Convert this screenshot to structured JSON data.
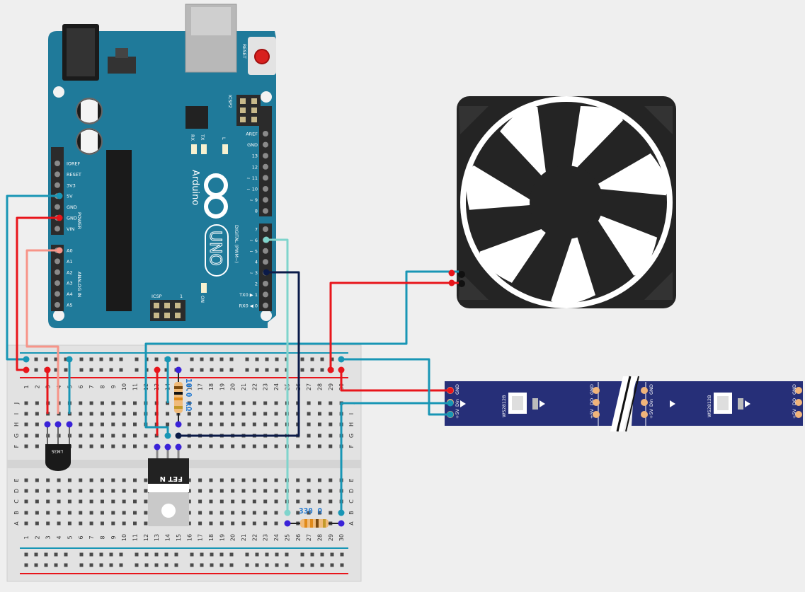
{
  "arduino": {
    "brand": "Arduino",
    "model": "UNO",
    "reset_label": "RESET",
    "icsp2_label": "ICSP2",
    "icsp_label": "ICSP",
    "icsp_pin1": "1",
    "rx_label": "RX",
    "tx_label": "TX",
    "l_label": "L",
    "on_label": "ON",
    "power_group_label": "POWER",
    "analog_group_label": "ANALOG IN",
    "digital_group_label": "DIGITAL (PWM~)",
    "power_pins": [
      "IOREF",
      "RESET",
      "3V3",
      "5V",
      "GND",
      "GND",
      "VIN"
    ],
    "analog_pins": [
      "A0",
      "A1",
      "A2",
      "A3",
      "A4",
      "A5"
    ],
    "digital_top_pins": [
      "AREF",
      "GND",
      "13",
      "12",
      "~ 11",
      "~ 10",
      "~ 9",
      "8"
    ],
    "digital_bottom_pins": [
      "7",
      "~ 6",
      "~ 5",
      "4",
      "~ 3",
      "2",
      "TX0 ▶ 1",
      "RX0 ◀ 0"
    ]
  },
  "breadboard": {
    "columns": [
      "1",
      "2",
      "3",
      "4",
      "5",
      "6",
      "7",
      "8",
      "9",
      "10",
      "11",
      "12",
      "13",
      "14",
      "15",
      "16",
      "17",
      "18",
      "19",
      "20",
      "21",
      "22",
      "23",
      "24",
      "25",
      "26",
      "27",
      "28",
      "29",
      "30"
    ],
    "rows_top": [
      "J",
      "I",
      "H",
      "G",
      "F"
    ],
    "rows_bottom": [
      "E",
      "D",
      "C",
      "B",
      "A"
    ]
  },
  "components": {
    "sensor_label": "LM35",
    "mosfet_label": "FET N",
    "resistor_pulldown_label": "10.0 kΩ",
    "resistor_data_label": "330 Ω"
  },
  "led_strip": {
    "chip_label": "WS2812B",
    "pads_in": [
      "GND",
      "Din",
      "+5V"
    ],
    "pads_out": [
      "GND",
      "DO",
      "+5V"
    ]
  },
  "colors": {
    "board": "#1f7a9a",
    "wire_red": "#e8151b",
    "wire_teal": "#1896b5",
    "wire_salmon": "#f79488",
    "wire_cyan": "#7fd4cc",
    "wire_navy": "#0b1a48",
    "strip": "#262f78",
    "fan": "#242424"
  }
}
